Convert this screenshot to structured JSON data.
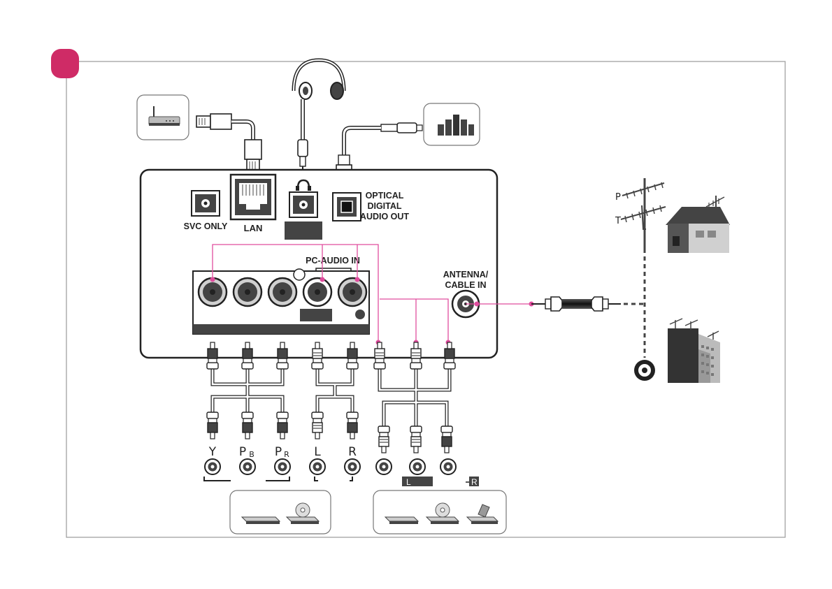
{
  "colors": {
    "accent": "#cf2b66",
    "cable": "#e04d9e",
    "panel_border": "#222222",
    "frame_border": "#9a9a9a",
    "dark_label": "#444444"
  },
  "rear_panel": {
    "svc_only": "SVC ONLY",
    "lan": "LAN",
    "optical_line1": "OPTICAL",
    "optical_line2": "DIGITAL",
    "optical_line3": "AUDIO OUT",
    "pc_audio_in": "PC-AUDIO IN",
    "antenna_line1": "ANTENNA/",
    "antenna_line2": "CABLE IN"
  },
  "component_labels": {
    "y": "Y",
    "pb_main": "P",
    "pb_sub": "B",
    "pr_main": "P",
    "pr_sub": "R",
    "l": "L",
    "r": "R"
  },
  "av_labels": {
    "left": "L",
    "right": "R"
  },
  "antenna_labels": {
    "top": "P",
    "bottom": "T"
  },
  "icons": [
    "router-icon",
    "headphones-icon",
    "speaker-system-icon",
    "antenna-icon",
    "house-icon",
    "building-icon",
    "wall-socket-icon",
    "dvd-player-icon",
    "disc-icon",
    "camcorder-icon"
  ]
}
